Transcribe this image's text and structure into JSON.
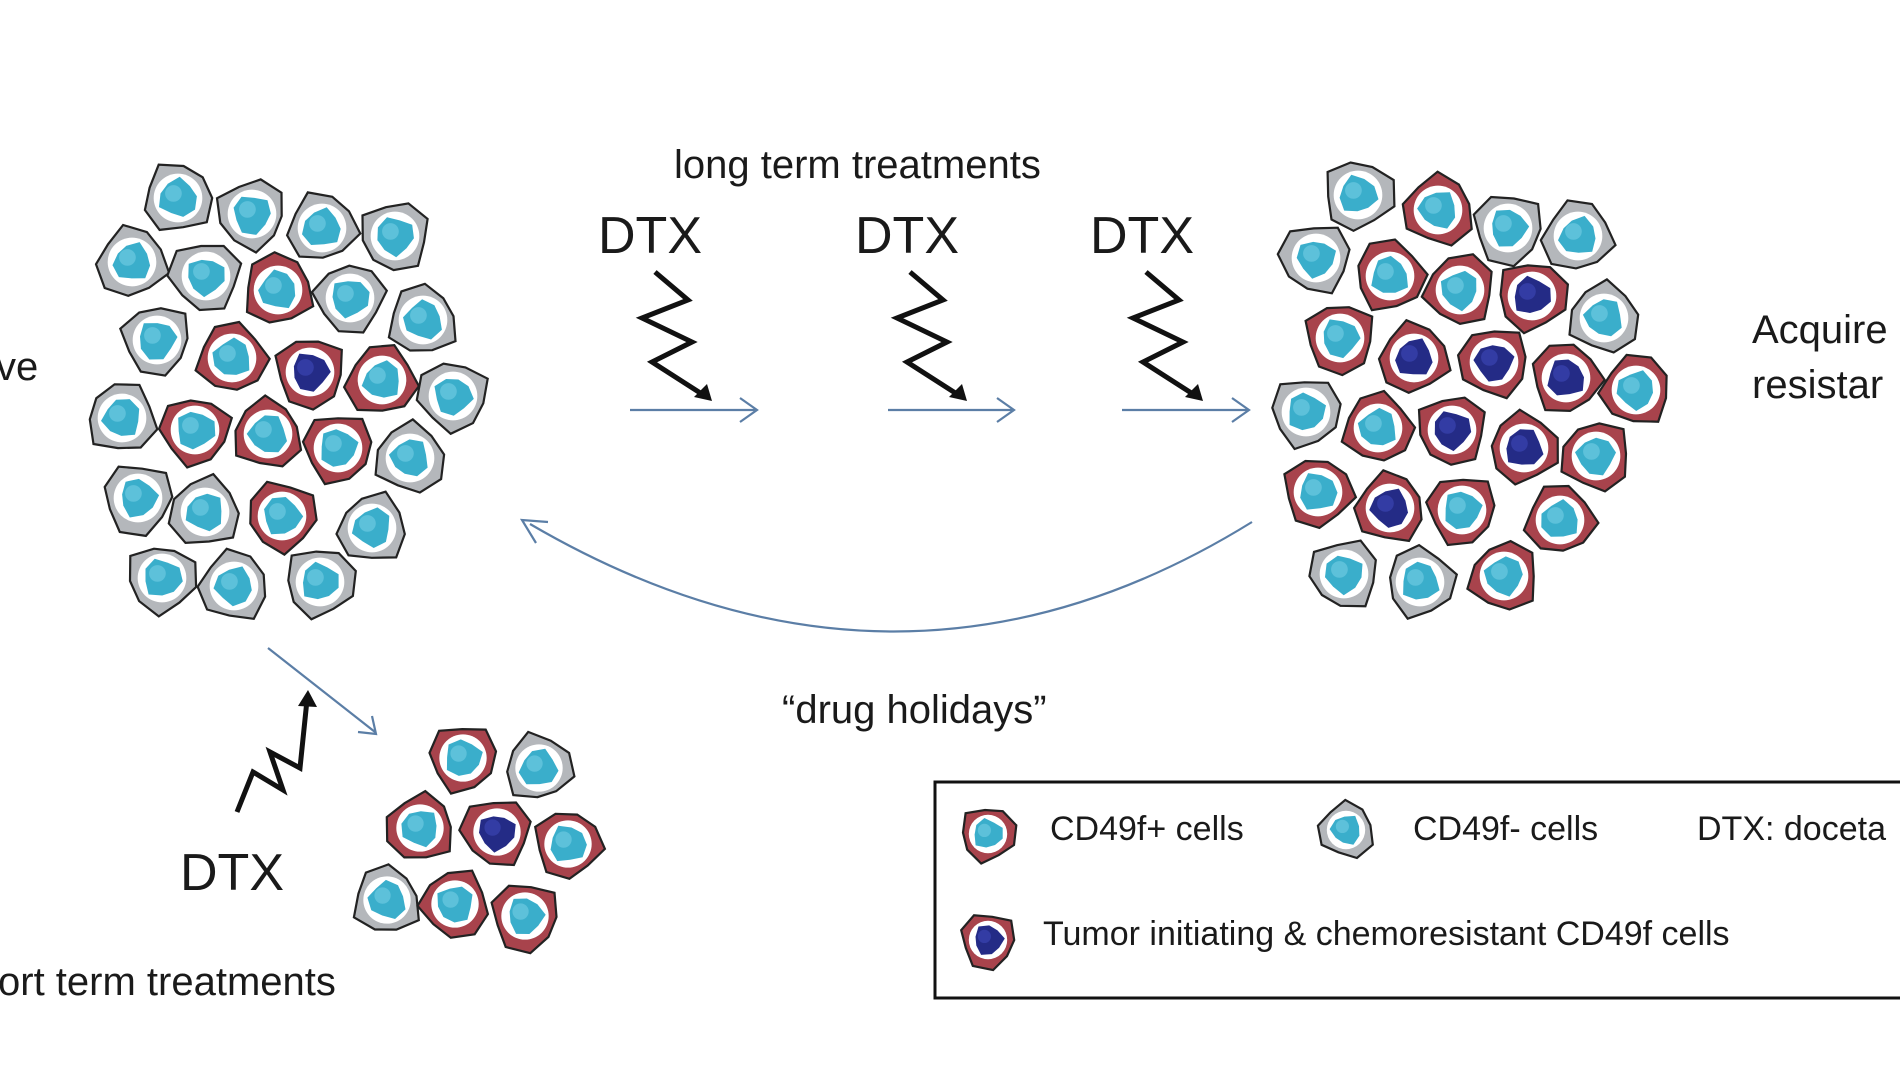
{
  "labels": {
    "long_term": "long term treatments",
    "dtx_1": "DTX",
    "dtx_2": "DTX",
    "dtx_3": "DTX",
    "dtx_short": "DTX",
    "left_partial": "ve",
    "acquired_line1": "Acquire",
    "acquired_line2": "resistar",
    "drug_holidays": "“drug holidays”",
    "short_term": "ort term treatments"
  },
  "legend": {
    "cd49f_pos": "CD49f+ cells",
    "cd49f_neg": "CD49f- cells",
    "dtx_def": "DTX: doceta",
    "tumor_init": "Tumor initiating & chemoresistant CD49f cells"
  },
  "colors": {
    "pos_ring": "#c0505a",
    "pos_fill": "#a8434c",
    "neg_ring": "#9a9da2",
    "neg_fill": "#b4b7bb",
    "nucleus": "#3aaecb",
    "nucleus_dark": "#242b86",
    "arrow": "#5b7ea6"
  }
}
